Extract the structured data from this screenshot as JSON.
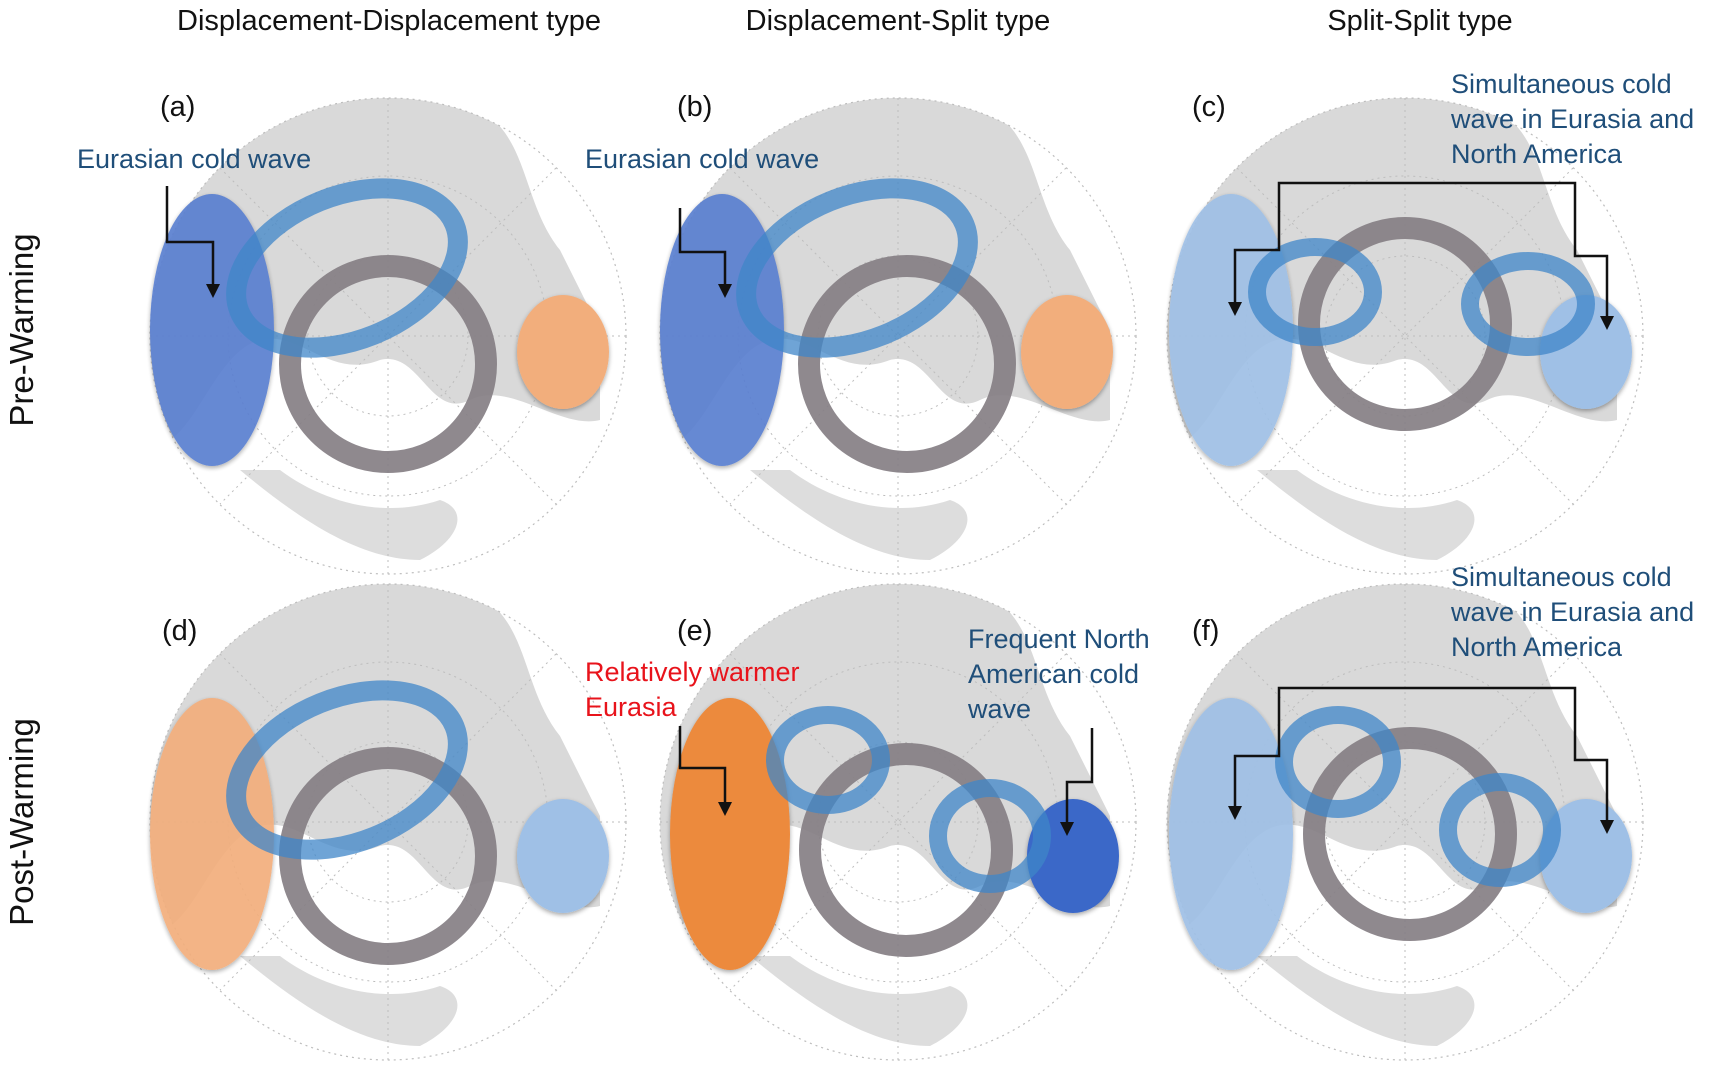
{
  "column_titles": [
    "Displacement-Displacement type",
    "Displacement-Split type",
    "Split-Split type"
  ],
  "row_labels": [
    "Pre-Warming",
    "Post-Warming"
  ],
  "panels": [
    {
      "label": "(a)",
      "annotations": [
        {
          "lines": [
            "Eurasian cold wave"
          ],
          "color": "blue"
        }
      ]
    },
    {
      "label": "(b)",
      "annotations": [
        {
          "lines": [
            "Eurasian cold wave"
          ],
          "color": "blue"
        }
      ]
    },
    {
      "label": "(c)",
      "annotations": [
        {
          "lines": [
            "Simultaneous cold",
            "wave in Eurasia and",
            "North America"
          ],
          "color": "blue"
        }
      ]
    },
    {
      "label": "(d)",
      "annotations": []
    },
    {
      "label": "(e)",
      "annotations": [
        {
          "lines": [
            "Relatively warmer",
            "Eurasia"
          ],
          "color": "red"
        },
        {
          "lines": [
            "Frequent North",
            "American cold",
            "wave"
          ],
          "color": "blue"
        }
      ]
    },
    {
      "label": "(f)",
      "annotations": [
        {
          "lines": [
            "Simultaneous cold",
            "wave in Eurasia and",
            "North America"
          ],
          "color": "blue"
        }
      ]
    }
  ],
  "colors": {
    "cold_anomaly": "#5a7fd0",
    "cold_anomaly_light": "#9fc0e6",
    "cold_anomaly_strong": "#3b68c8",
    "warm_anomaly": "#f2ae7c",
    "warm_anomaly_strong": "#ec8a3d",
    "polar_vortex_ring": "#857f84",
    "shifted_vortex_ring": "#3f85c8",
    "annotation_blue": "#1f4e79",
    "annotation_red": "#e8131b"
  }
}
